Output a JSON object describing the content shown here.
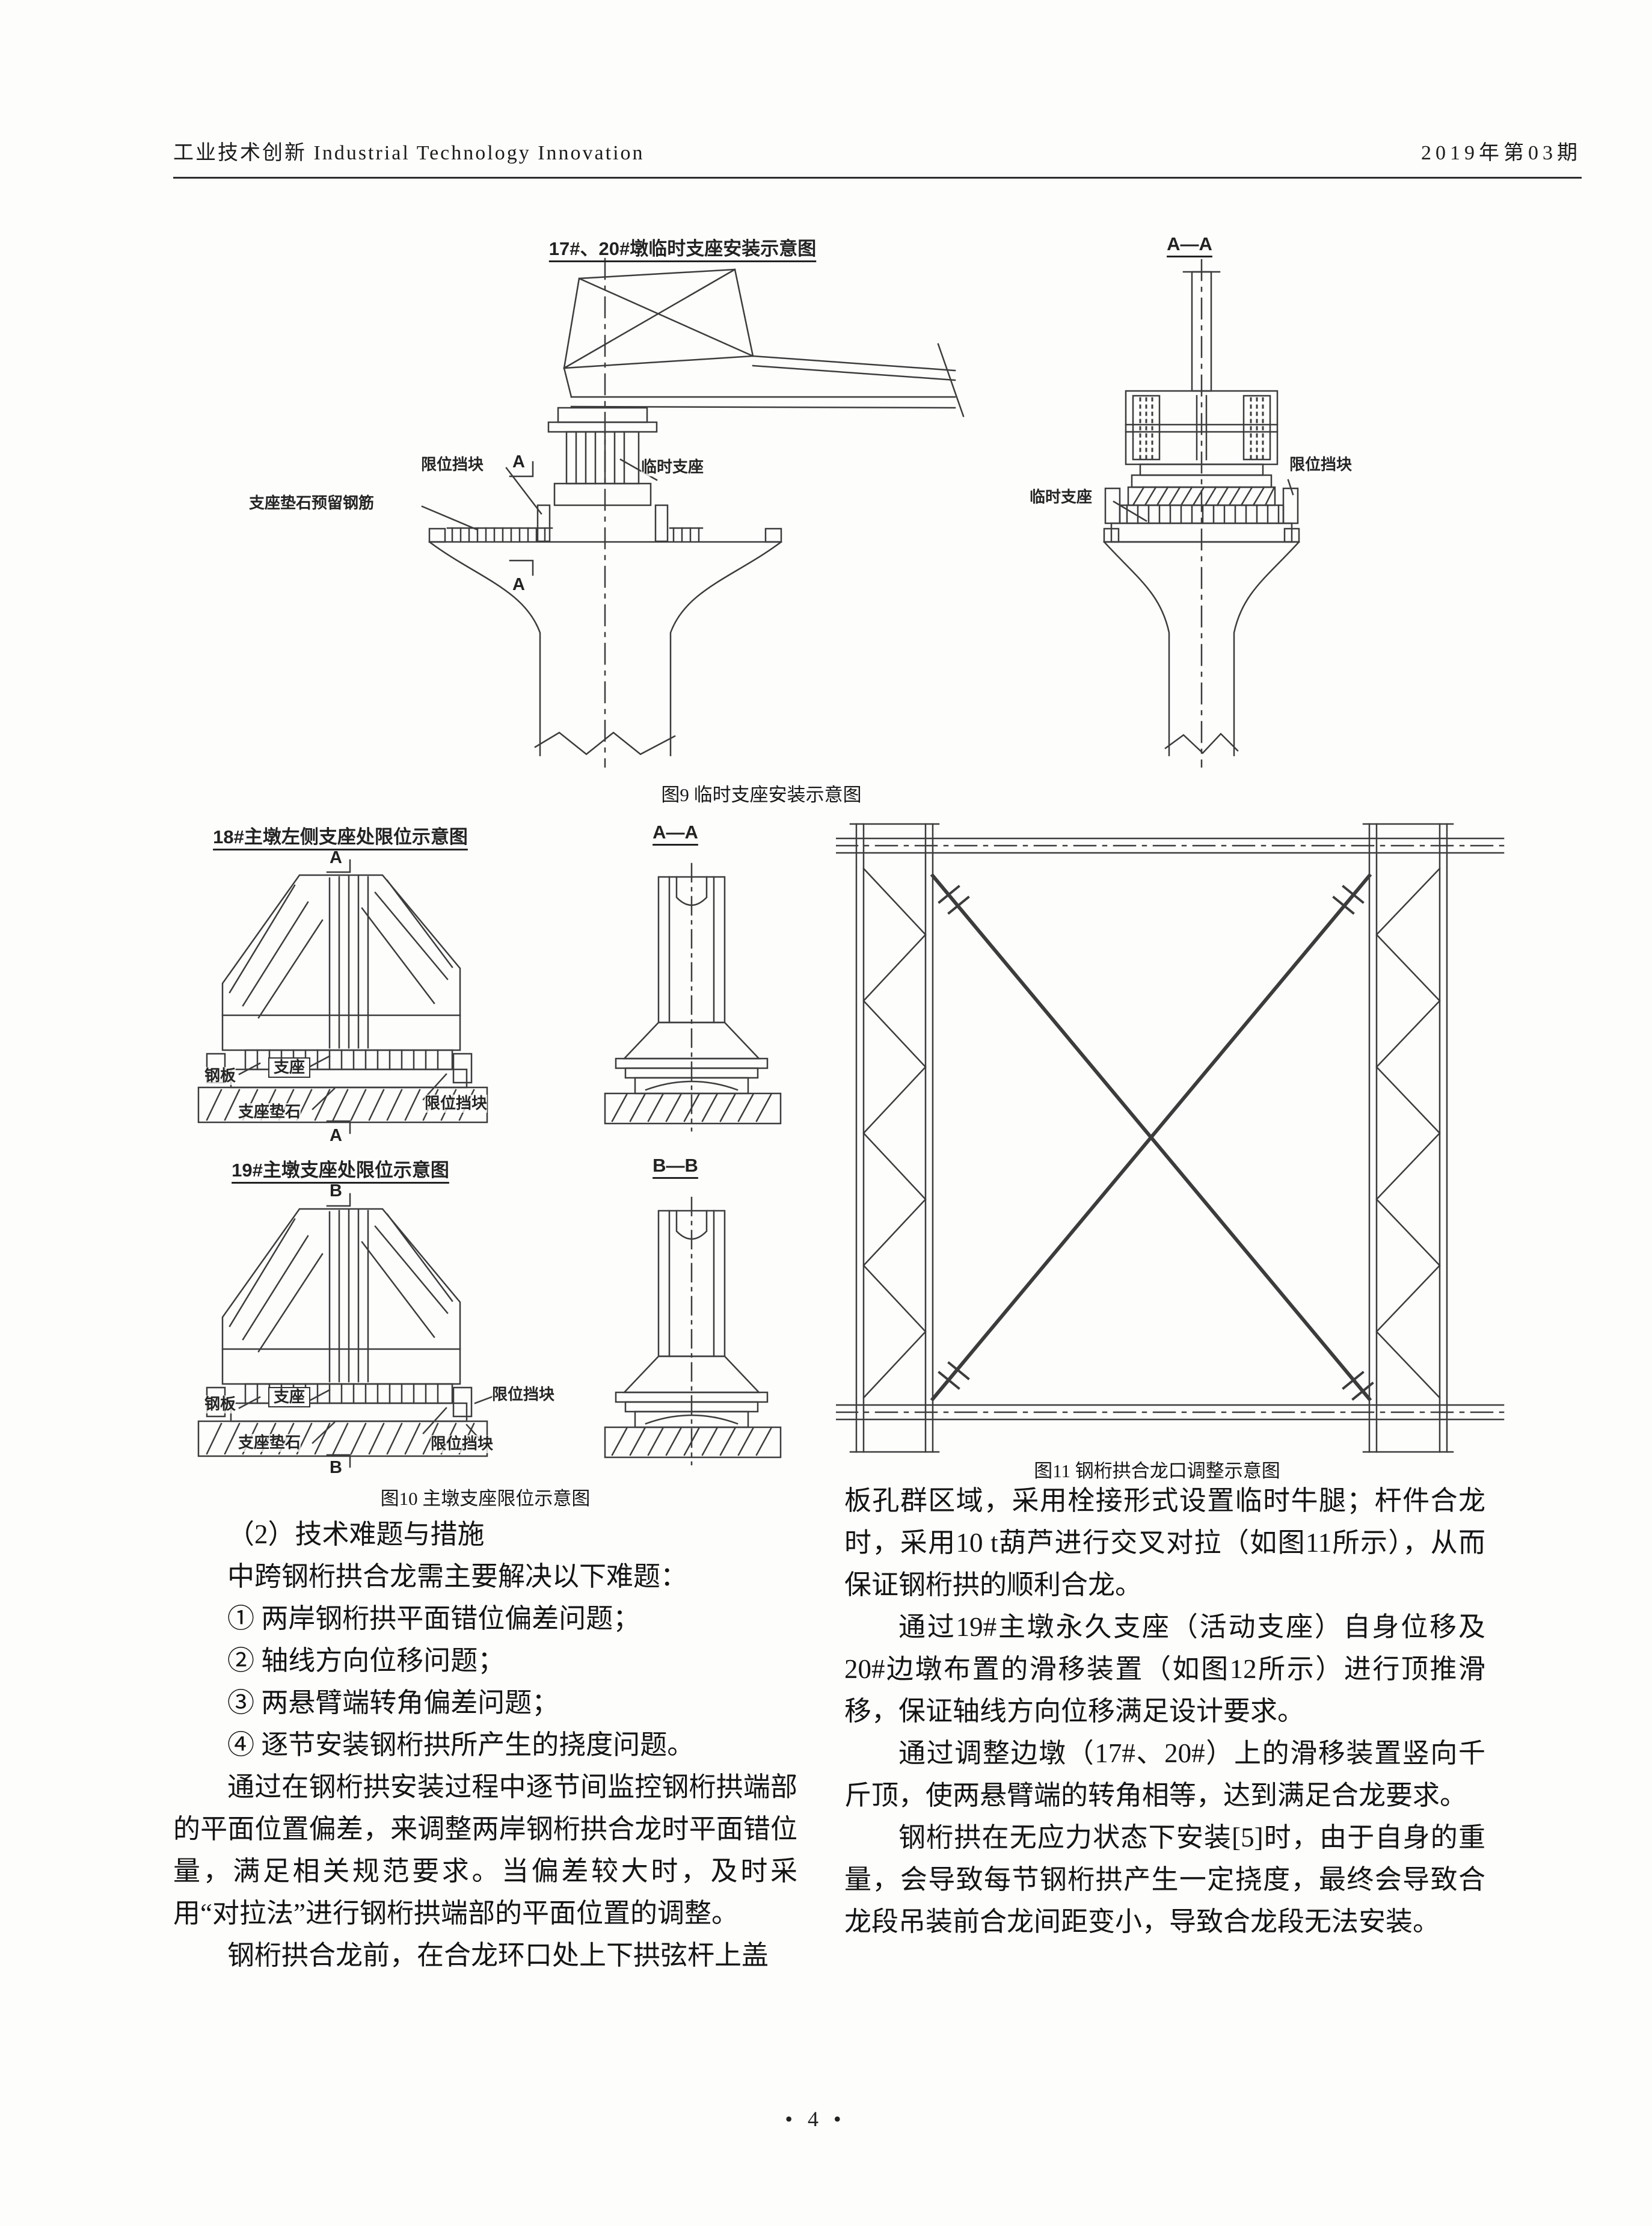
{
  "header": {
    "left": "工业技术创新 Industrial Technology Innovation",
    "right": "2019年第03期"
  },
  "fig9": {
    "title": "17#、20#墩临时支座安装示意图",
    "section_label": "A—A",
    "labels": {
      "limit_block_left": "限位挡块",
      "section_a": "A",
      "temp_support_left": "临时支座",
      "rebar": "支座垫石预留钢筋",
      "temp_support_right": "临时支座",
      "limit_block_right": "限位挡块"
    },
    "caption": "图9 临时支座安装示意图"
  },
  "fig10": {
    "sub1": {
      "title": "18#主墩左侧支座处限位示意图",
      "section": "A—A",
      "marker": "A",
      "labels": {
        "steel_plate": "钢板",
        "bearing": "支座",
        "bearing_pad": "支座垫石",
        "limit_block": "限位挡块"
      }
    },
    "sub2": {
      "title": "19#主墩支座处限位示意图",
      "section": "B—B",
      "marker": "B",
      "labels": {
        "steel_plate": "钢板",
        "bearing": "支座",
        "bearing_pad": "支座垫石",
        "limit_block_1": "限位挡块",
        "limit_block_2": "限位挡块"
      }
    },
    "caption": "图10 主墩支座限位示意图"
  },
  "fig11": {
    "caption": "图11 钢桁拱合龙口调整示意图"
  },
  "left_col": {
    "heading": "（2）技术难题与措施",
    "paras": [
      "中跨钢桁拱合龙需主要解决以下难题：",
      "① 两岸钢桁拱平面错位偏差问题；",
      "② 轴线方向位移问题；",
      "③ 两悬臂端转角偏差问题；",
      "④ 逐节安装钢桁拱所产生的挠度问题。",
      "通过在钢桁拱安装过程中逐节间监控钢桁拱端部的平面位置偏差，来调整两岸钢桁拱合龙时平面错位量，满足相关规范要求。当偏差较大时，及时采用“对拉法”进行钢桁拱端部的平面位置的调整。",
      "钢桁拱合龙前，在合龙环口处上下拱弦杆上盖"
    ]
  },
  "right_col": {
    "paras": [
      "板孔群区域，采用栓接形式设置临时牛腿；杆件合龙时，采用10 t葫芦进行交叉对拉（如图11所示），从而保证钢桁拱的顺利合龙。",
      "通过19#主墩永久支座（活动支座）自身位移及20#边墩布置的滑移装置（如图12所示）进行顶推滑移，保证轴线方向位移满足设计要求。",
      "通过调整边墩（17#、20#）上的滑移装置竖向千斤顶，使两悬臂端的转角相等，达到满足合龙要求。",
      "钢桁拱在无应力状态下安装[5]时，由于自身的重量，会导致每节钢桁拱产生一定挠度，最终会导致合龙段吊装前合龙间距变小，导致合龙段无法安装。"
    ]
  },
  "footer": {
    "page_number": "• 4 •"
  }
}
